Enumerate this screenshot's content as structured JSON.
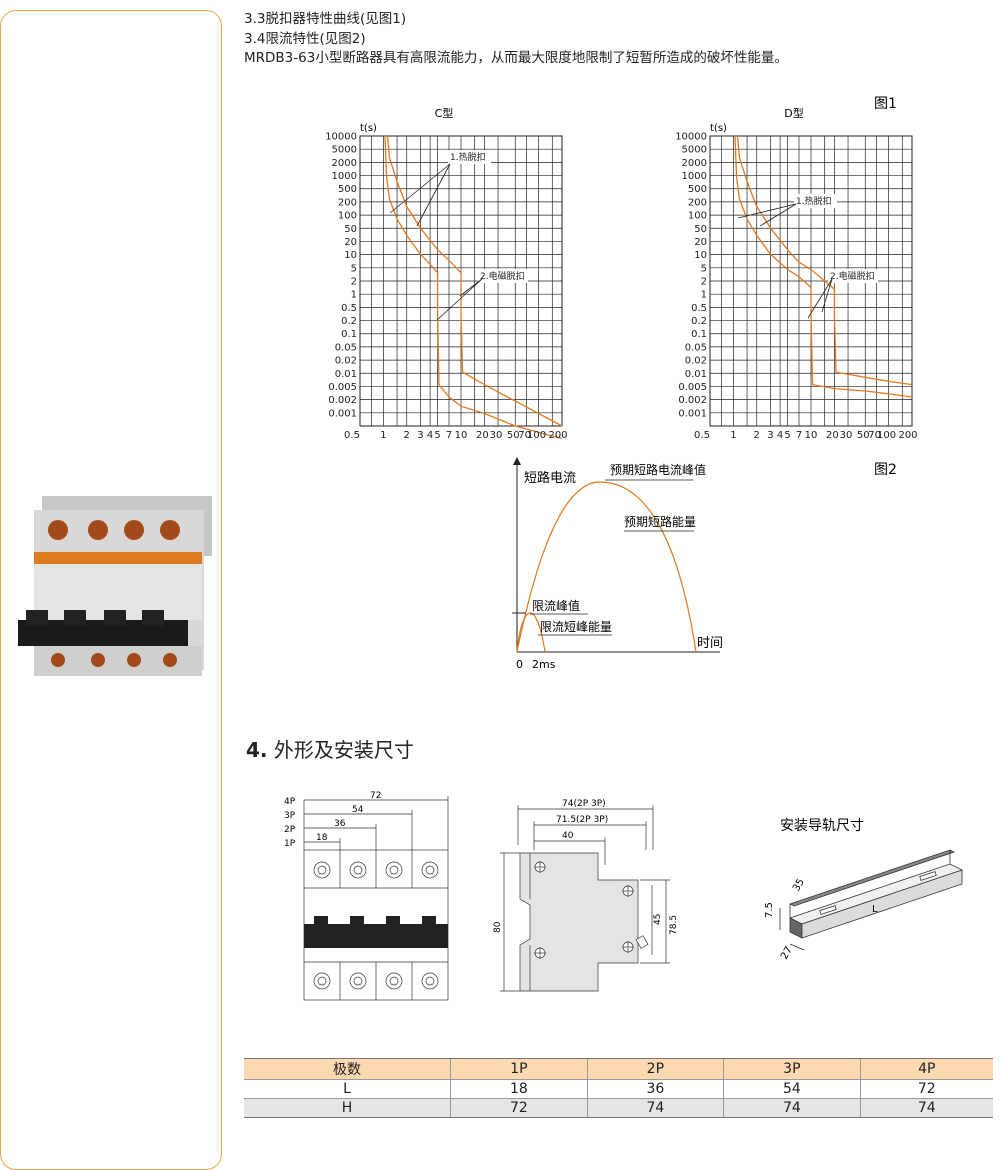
{
  "intro": {
    "line1": "3.3脱扣器特性曲线(见图1)",
    "line2": "3.4限流特性(见图2)",
    "line3": "MRDB3-63小型断路器具有高限流能力，从而最大限度地限制了短暂所造成的破坏性能量。"
  },
  "fig1": {
    "label": "图1",
    "chart_data": [
      {
        "type": "line",
        "title": "C型",
        "ylabel": "t(s)",
        "y_ticks": [
          "10000",
          "5000",
          "2000",
          "1000",
          "500",
          "200",
          "100",
          "50",
          "20",
          "10",
          "5",
          "2",
          "1",
          "0.5",
          "0.2",
          "0.1",
          "0.05",
          "0.02",
          "0.01",
          "0.005",
          "0.002",
          "0.001"
        ],
        "x_ticks": [
          "0.5",
          "1",
          "2",
          "3",
          "4",
          "5",
          "7",
          "10",
          "20",
          "30",
          "50",
          "70",
          "100",
          "200"
        ],
        "annotations": [
          "1.热脱扣",
          "2.电磁脱扣"
        ],
        "series": [
          {
            "x": [
              1.05,
              1.1,
              1.2,
              1.5,
              2,
              3,
              4,
              5,
              5,
              5,
              5.2,
              7,
              10,
              20,
              50,
              100,
              200
            ],
            "y": [
              10000,
              1000,
              300,
              100,
              40,
              14,
              8,
              5,
              2,
              0.5,
              0.01,
              0.005,
              0.003,
              0.002,
              0.001,
              0.0007,
              0.0005
            ]
          },
          {
            "x": [
              1.13,
              1.2,
              1.5,
              2,
              3,
              5,
              7,
              10,
              10,
              10,
              10.5,
              20,
              50,
              100,
              200
            ],
            "y": [
              10000,
              3000,
              800,
              200,
              60,
              18,
              10,
              5,
              2,
              0.5,
              0.02,
              0.01,
              0.004,
              0.002,
              0.001
            ]
          }
        ]
      },
      {
        "type": "line",
        "title": "D型",
        "ylabel": "t(s)",
        "y_ticks": [
          "10000",
          "5000",
          "2000",
          "1000",
          "500",
          "200",
          "100",
          "50",
          "20",
          "10",
          "5",
          "2",
          "1",
          "0.5",
          "0.2",
          "0.1",
          "0.05",
          "0.02",
          "0.01",
          "0.005",
          "0.002",
          "0.001"
        ],
        "x_ticks": [
          "0.5",
          "1",
          "2",
          "3",
          "4",
          "5",
          "7",
          "10",
          "20",
          "30",
          "50",
          "70",
          "100",
          "200"
        ],
        "annotations": [
          "1.热脱扣",
          "2.电磁脱扣"
        ],
        "series": [
          {
            "x": [
              1.05,
              1.1,
              1.2,
              1.5,
              2,
              3,
              5,
              7,
              10,
              10,
              10,
              10.5,
              20,
              50,
              100,
              200
            ],
            "y": [
              10000,
              1000,
              300,
              100,
              40,
              14,
              6,
              4,
              2.2,
              2,
              0.5,
              0.01,
              0.008,
              0.007,
              0.006,
              0.005
            ]
          },
          {
            "x": [
              1.13,
              1.2,
              1.5,
              2,
              3,
              5,
              7,
              10,
              20,
              20,
              20,
              21,
              50,
              100,
              200
            ],
            "y": [
              10000,
              3000,
              800,
              200,
              60,
              18,
              9,
              6,
              2,
              1,
              0.5,
              0.02,
              0.015,
              0.012,
              0.01
            ]
          }
        ]
      }
    ]
  },
  "fig2": {
    "label": "图2",
    "y_axis_label": "短路电流",
    "x_axis_label": "时间",
    "origin_label": "0",
    "tick_label": "2ms",
    "annotations": {
      "prospective_peak": "预期短路电流峰值",
      "prospective_energy": "预期短路能量",
      "limited_peak": "限流峰值",
      "limited_energy": "限流短峰能量"
    }
  },
  "section4": {
    "number": "4.",
    "title": "外形及安装尺寸"
  },
  "drawing_front": {
    "poles": [
      "4P",
      "3P",
      "2P",
      "1P"
    ],
    "widths": [
      "72",
      "54",
      "36",
      "18"
    ]
  },
  "drawing_side": {
    "dims": [
      "74(2P 3P)",
      "71.5(2P 3P)",
      "40",
      "80",
      "45",
      "78.5"
    ]
  },
  "rail": {
    "title": "安装导轨尺寸",
    "dims": [
      "35",
      "7.5",
      "27",
      "L"
    ]
  },
  "table": {
    "headers": [
      "极数",
      "1P",
      "2P",
      "3P",
      "4P"
    ],
    "rows": [
      [
        "L",
        "18",
        "36",
        "54",
        "72"
      ],
      [
        "H",
        "72",
        "74",
        "74",
        "74"
      ]
    ]
  }
}
